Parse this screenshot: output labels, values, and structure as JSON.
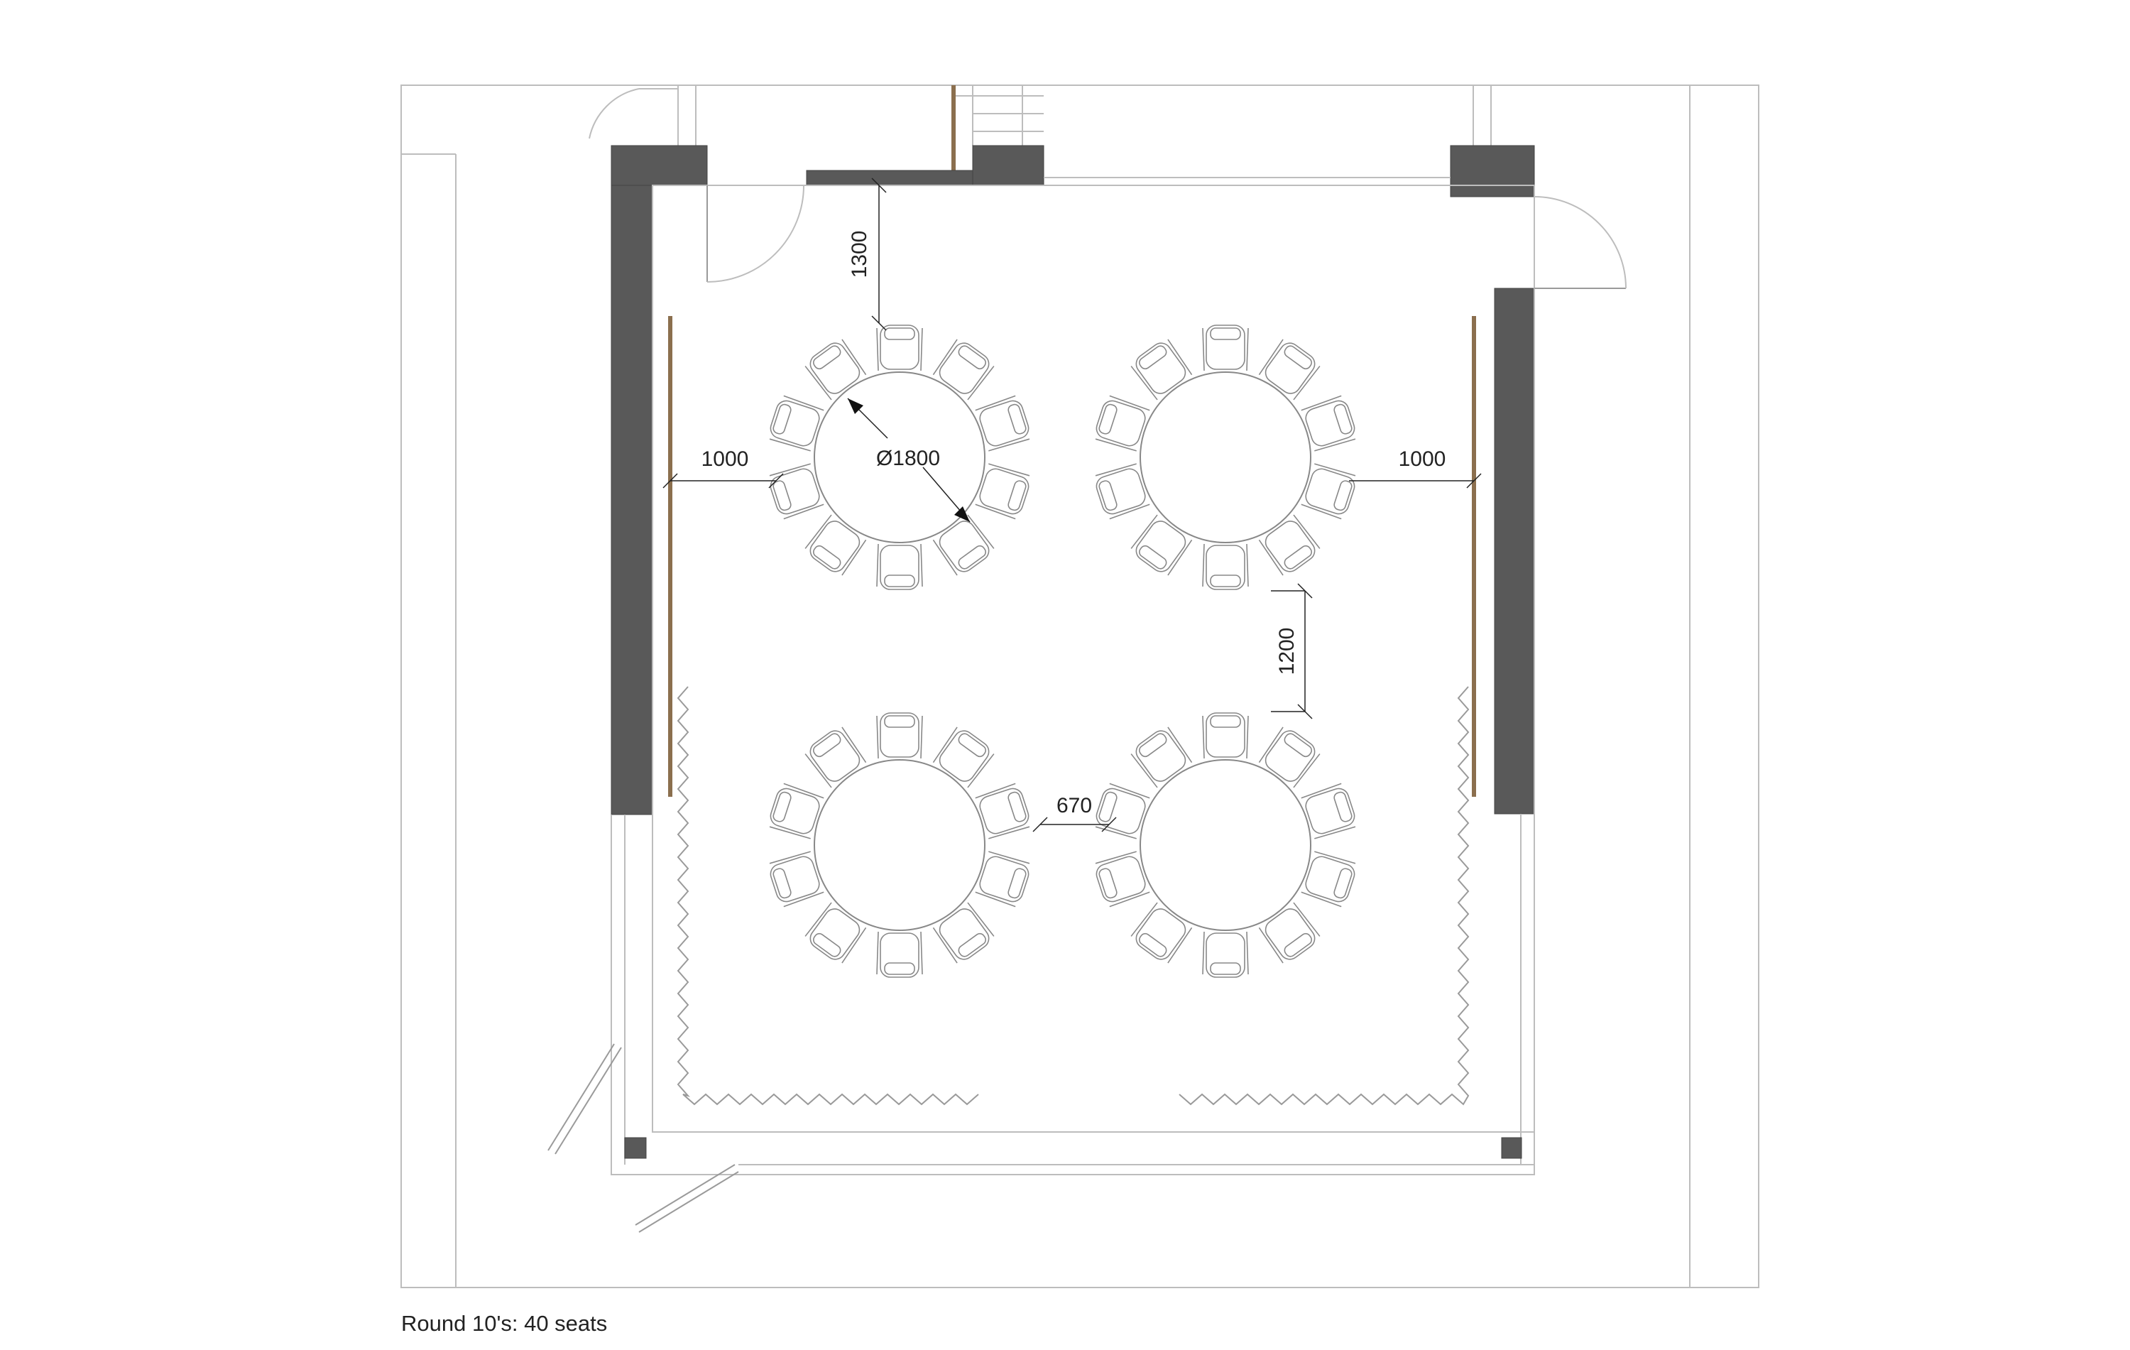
{
  "caption": "Round 10's: 40 seats",
  "layout": {
    "table_count": 4,
    "chairs_per_table": 10,
    "table_diameter_label": "Ø1800"
  },
  "dimensions": {
    "top_clearance": "1300",
    "left_clearance": "1000",
    "right_clearance": "1000",
    "row_gap": "1200",
    "table_gap": "670"
  },
  "colors": {
    "wall": "#595959",
    "panel": "#8b6f4e",
    "line": "#bdbdbd"
  }
}
